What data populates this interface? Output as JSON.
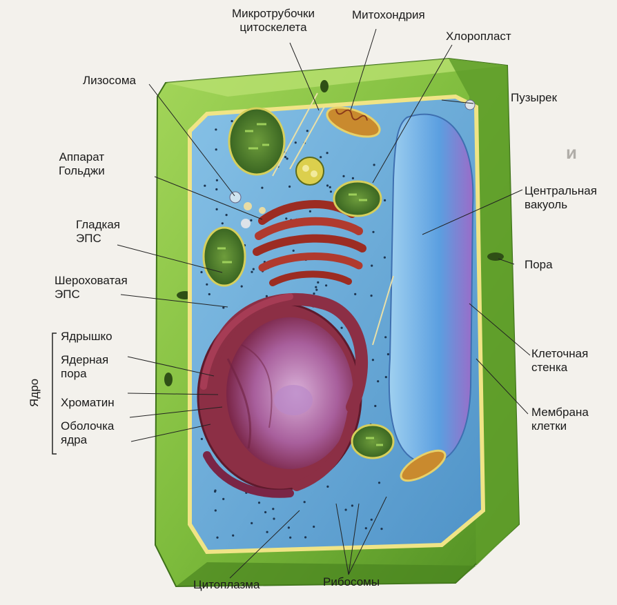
{
  "labels": {
    "microtubules": [
      "Микротрубочки",
      "цитоскелета"
    ],
    "mitochondrion": "Митохондрия",
    "chloroplast": "Хлоропласт",
    "lysosome": "Лизосома",
    "vesicle": "Пузырек",
    "golgi": [
      "Аппарат",
      "Гольджи"
    ],
    "central_vacuole": [
      "Центральная",
      "вакуоль"
    ],
    "smooth_er": [
      "Гладкая",
      "ЭПС"
    ],
    "pore": "Пора",
    "rough_er": [
      "Шероховатая",
      "ЭПС"
    ],
    "nucleolus": "Ядрышко",
    "nuclear_pore": [
      "Ядерная",
      "пора"
    ],
    "nucleus_group": "Ядро",
    "chromatin": "Хроматин",
    "nuclear_envelope": [
      "Оболочка",
      "ядра"
    ],
    "cell_wall": [
      "Клеточная",
      "стенка"
    ],
    "cell_membrane": [
      "Мембрана",
      "клетки"
    ],
    "cytoplasm": "Цитоплазма",
    "ribosomes": "Рибосомы"
  },
  "colors": {
    "cell_wall": "#7dbb3c",
    "cell_wall_dark": "#4f8d22",
    "cytoplasm": "#6aaed8",
    "vacuole": "#5b9fe0",
    "er": "#8c2f45",
    "golgi": "#9c2c22",
    "chloroplast": "#4a7a2a",
    "mitochondrion": "#c98a2e"
  }
}
